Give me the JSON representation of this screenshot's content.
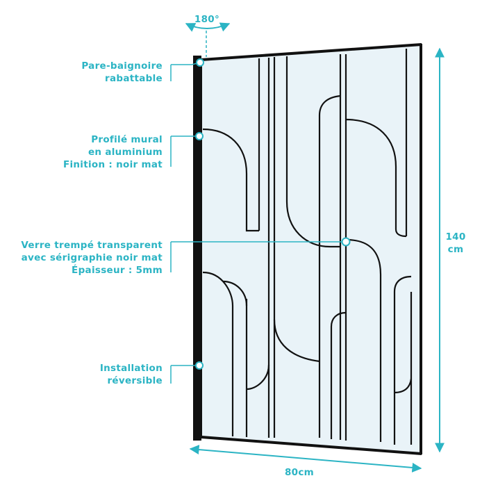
{
  "colors": {
    "accent": "#2bb4c4",
    "frame": "#111111",
    "glass": "#e9f3f8"
  },
  "rotation": {
    "label": "180°"
  },
  "callouts": {
    "hinge": {
      "line1": "Pare-baignoire",
      "line2": "rabattable"
    },
    "profile": {
      "line1": "Profilé mural",
      "line2": "en aluminium",
      "line3": "Finition : noir mat"
    },
    "glass": {
      "line1": "Verre trempé transparent",
      "line2": "avec sérigraphie noir mat",
      "line3": "Épaisseur : 5mm"
    },
    "install": {
      "line1": "Installation",
      "line2": "réversible"
    }
  },
  "dimensions": {
    "height": {
      "value": "140",
      "unit": "cm"
    },
    "width": {
      "label": "80cm"
    }
  }
}
